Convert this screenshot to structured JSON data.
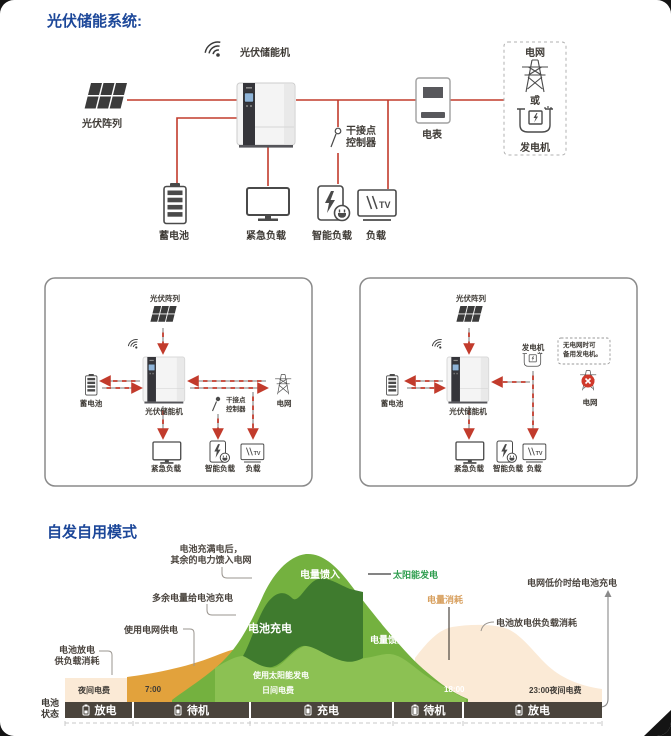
{
  "page": {
    "title": "光伏储能系统:"
  },
  "icons": {
    "wifi-icon": "three arcs + dot",
    "pv-array-icon": "6 dark tilted panels",
    "battery-icon": "vertical battery with bars",
    "monitor-icon": "emergency load display",
    "smart-load-icon": "box with lightning bolt and plug",
    "tv-load-icon": "box with slashes and TV glyph",
    "meter-icon": "energy meter",
    "grid-tower-icon": "transmission tower",
    "generator-icon": "generator vessel with bolt",
    "dry-contact-switch-icon": "circle with open switch blade",
    "grid-crossed-icon": "tower with red x badge"
  },
  "top_diagram": {
    "inverter_label": "光伏储能机",
    "pv_array": "光伏阵列",
    "battery": "蓄电池",
    "emergency_load": "紧急负载",
    "smart_load": "智能负载",
    "load": "负载",
    "meter": "电表",
    "dry_contact_line1": "干接点",
    "dry_contact_line2": "控制器",
    "grid": "电网",
    "or": "或",
    "generator": "发电机"
  },
  "scenario_grid": {
    "pv_array": "光伏阵列",
    "battery": "蓄电池",
    "inverter_label": "光伏储能机",
    "grid": "电网",
    "dry_contact_line1": "干接点",
    "dry_contact_line2": "控制器",
    "emergency_load": "紧急负载",
    "smart_load": "智能负载",
    "load": "负载"
  },
  "scenario_backup": {
    "pv_array": "光伏阵列",
    "battery": "蓄电池",
    "inverter_label": "光伏储能机",
    "generator": "发电机",
    "note_line1": "无电网时可",
    "note_line2": "备用发电机。",
    "grid": "电网",
    "emergency_load": "紧急负载",
    "smart_load": "智能负载",
    "load": "负载"
  },
  "chart": {
    "title": "自发自用模式",
    "battery_state_label_line1": "电池",
    "battery_state_label_line2": "状态",
    "annotations": {
      "full_battery_feed_line1": "电池充满电后，",
      "full_battery_feed_line2": "其余的电力馈入电网",
      "surplus_to_battery": "多余电量给电池充电",
      "grid_supply": "使用电网供电",
      "battery_discharge_left_line1": "电池放电",
      "battery_discharge_left_line2": "供负载消耗",
      "solar_generation": "太阳能发电",
      "consumption": "电量消耗",
      "battery_discharge_right": "电池放电供负载消耗",
      "cheap_grid_charge": "电网低价时给电池充电"
    },
    "region_labels": {
      "feed_in_top": "电量馈入",
      "battery_charging": "电池充电",
      "feed_in_right": "电量馈入",
      "solar_used": "使用太阳能发电",
      "day_rate": "日间电费"
    },
    "timeline": {
      "night_rate": "夜间电费",
      "morning": "7:00",
      "evening": "18:00",
      "night": "23:00夜间电费"
    },
    "battery_states": [
      "放电",
      "待机",
      "充电",
      "待机",
      "放电"
    ]
  },
  "chart_data": {
    "type": "area",
    "title": "自发自用模式",
    "x_unit": "hour of day",
    "x_range": [
      0,
      24
    ],
    "y_unit": "relative power",
    "grid": false,
    "legend_position": "none",
    "x_tick_labels": [
      "夜间电费",
      "7:00",
      "日间电费",
      "18:00",
      "23:00夜间电费"
    ],
    "series": [
      {
        "name": "太阳能发电",
        "color": "#74b13f",
        "points": [
          [
            5.5,
            0
          ],
          [
            7,
            10
          ],
          [
            8,
            30
          ],
          [
            9,
            58
          ],
          [
            10,
            82
          ],
          [
            11,
            97
          ],
          [
            11.8,
            100
          ],
          [
            13,
            88
          ],
          [
            14,
            68
          ],
          [
            15,
            48
          ],
          [
            16,
            30
          ],
          [
            17,
            14
          ],
          [
            18,
            0
          ]
        ]
      },
      {
        "name": "电量消耗",
        "color": "#fbead6",
        "points": [
          [
            0,
            16
          ],
          [
            2,
            15
          ],
          [
            5,
            16
          ],
          [
            7,
            22
          ],
          [
            8,
            28
          ],
          [
            9,
            24
          ],
          [
            10,
            22
          ],
          [
            11,
            36
          ],
          [
            12,
            40
          ],
          [
            13,
            26
          ],
          [
            14,
            22
          ],
          [
            15,
            30
          ],
          [
            16,
            28
          ],
          [
            17,
            34
          ],
          [
            18,
            44
          ],
          [
            19,
            52
          ],
          [
            20,
            50
          ],
          [
            21,
            38
          ],
          [
            22,
            26
          ],
          [
            23,
            18
          ],
          [
            24,
            14
          ]
        ]
      }
    ],
    "regions": [
      {
        "label": "电量馈入",
        "meaning": "solar surplus fed to grid after battery full",
        "color": "#74b13f"
      },
      {
        "label": "电池充电",
        "meaning": "solar surplus charging the battery",
        "color": "#3f7b2e"
      },
      {
        "label": "使用太阳能发电 / 日间电费",
        "meaning": "load covered directly by solar, day tariff",
        "color": "#8cc153"
      },
      {
        "label": "使用电网供电",
        "meaning": "load covered by grid after 7:00",
        "color": "#e2a23c"
      },
      {
        "label": "电池放电供负载消耗",
        "meaning": "load covered by battery discharge at night tariff",
        "color": "#fbead6"
      }
    ],
    "battery_states": [
      {
        "state": "放电",
        "approx_span": "00:00-03:00"
      },
      {
        "state": "待机",
        "approx_span": "03:00-08:20"
      },
      {
        "state": "充电",
        "approx_span": "08:20-14:40"
      },
      {
        "state": "待机",
        "approx_span": "14:40-17:50"
      },
      {
        "state": "放电",
        "approx_span": "17:50-24:00"
      }
    ]
  }
}
